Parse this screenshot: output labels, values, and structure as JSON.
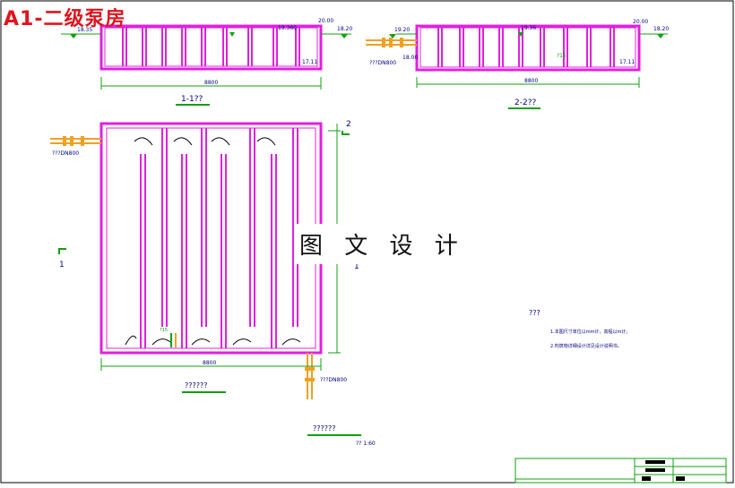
{
  "title": "A1-二级泵房",
  "watermark": "图 文 设 计",
  "colors": {
    "wall": "#e020e0",
    "dim": "#10a010",
    "text": "#000080",
    "pipe": "#f0a020",
    "annotation": "#000000"
  },
  "section_1": {
    "caption": "1-1??",
    "left_level": "18.35",
    "top_level_mid": "19.360",
    "top_level_right": "20.00",
    "right_level": "18.20",
    "bottom_level": "17.11",
    "width_dim": "8800"
  },
  "section_2": {
    "caption": "2-2??",
    "left_level": "19.20",
    "top_level_mid": "19.36",
    "top_level_right": "20.00",
    "right_level": "18.20",
    "bottom_level": "17.11",
    "pipe_label": "???DN800",
    "pipe_level": "18.00",
    "center_mark": "?15",
    "width_dim": "8800"
  },
  "plan": {
    "caption": "??????",
    "width_dim": "8800",
    "inlet_label": "???DN800",
    "outlet_label": "???DN800",
    "section_mark_1_left": "1",
    "section_mark_1_right": "1",
    "section_mark_2": "2",
    "inner_mark": "?15",
    "scale": "?? 1:60"
  },
  "notes": {
    "heading": "???",
    "lines": [
      "1.本图尺寸单位以mm计，高程以m计。",
      "2.构筑物详细设计详见设计说明书。"
    ]
  },
  "bottom_caption": "??????"
}
